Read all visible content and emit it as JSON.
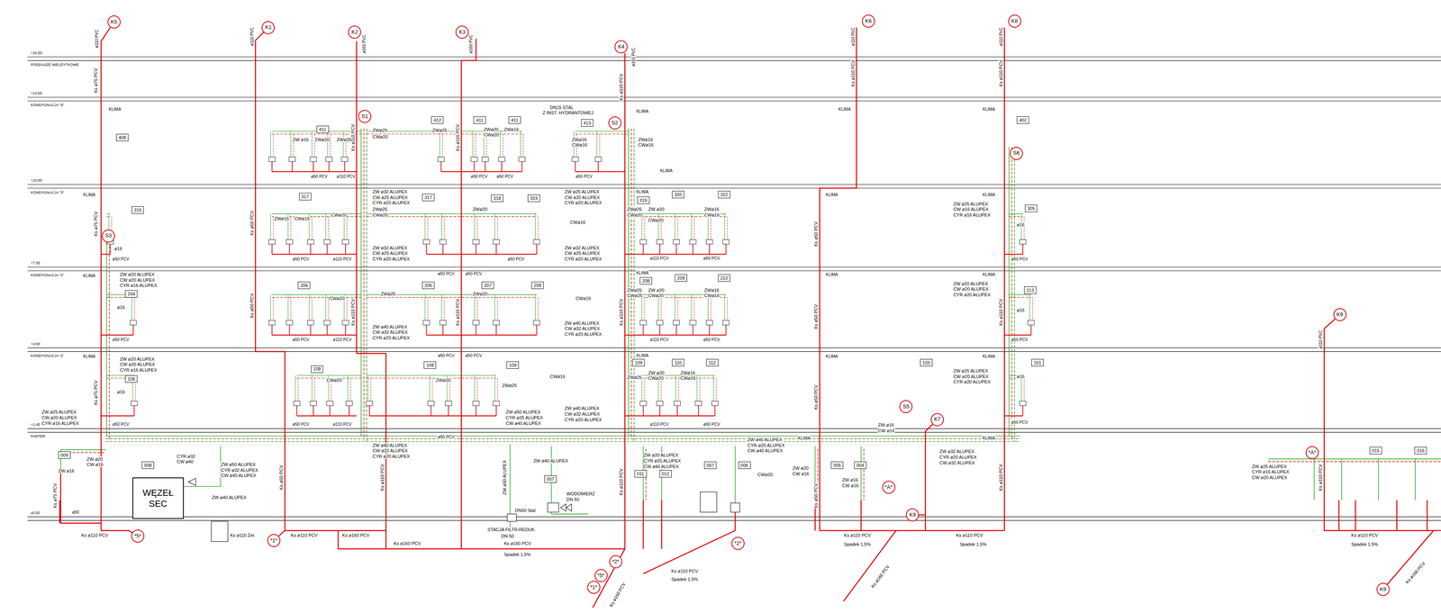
{
  "diagram": {
    "nodes": [
      {
        "text": [
          "K5"
        ]
      },
      {
        "text": [
          "K1"
        ]
      },
      {
        "text": [
          "K2"
        ]
      },
      {
        "text": [
          "K3"
        ]
      },
      {
        "text": [
          "K4"
        ]
      },
      {
        "text": [
          "K6"
        ]
      },
      {
        "text": [
          "K8"
        ]
      },
      {
        "text": [
          "408"
        ]
      },
      {
        "text": [
          "411"
        ]
      },
      {
        "text": [
          "S1"
        ]
      },
      {
        "text": [
          "412"
        ]
      },
      {
        "text": [
          "411"
        ]
      },
      {
        "text": [
          "411"
        ]
      },
      {
        "text": [
          "413"
        ]
      },
      {
        "text": [
          "S2"
        ]
      },
      {
        "text": [
          "402"
        ]
      },
      {
        "text": [
          "S6"
        ]
      },
      {
        "text": [
          "315"
        ]
      },
      {
        "text": [
          "317"
        ]
      },
      {
        "text": [
          "317"
        ]
      },
      {
        "text": [
          "318"
        ]
      },
      {
        "text": [
          "319"
        ]
      },
      {
        "text": [
          "319"
        ]
      },
      {
        "text": [
          "320"
        ]
      },
      {
        "text": [
          "322"
        ]
      },
      {
        "text": [
          "305"
        ]
      },
      {
        "text": [
          "S3"
        ]
      },
      {
        "text": [
          "206"
        ]
      },
      {
        "text": [
          "206"
        ]
      },
      {
        "text": [
          "207"
        ]
      },
      {
        "text": [
          "208"
        ]
      },
      {
        "text": [
          "208"
        ]
      },
      {
        "text": [
          "209"
        ]
      },
      {
        "text": [
          "210"
        ]
      },
      {
        "text": [
          "213"
        ]
      },
      {
        "text": [
          "204"
        ]
      },
      {
        "text": [
          "K9"
        ]
      },
      {
        "text": [
          "108"
        ]
      },
      {
        "text": [
          "108"
        ]
      },
      {
        "text": [
          "109"
        ]
      },
      {
        "text": [
          "109"
        ]
      },
      {
        "text": [
          "110"
        ]
      },
      {
        "text": [
          "112"
        ]
      },
      {
        "text": [
          "103"
        ]
      },
      {
        "text": [
          "101"
        ]
      },
      {
        "text": [
          "106"
        ]
      },
      {
        "text": [
          "S5"
        ]
      },
      {
        "text": [
          "K7"
        ]
      },
      {
        "text": [
          "*A*"
        ]
      },
      {
        "text": [
          "015"
        ]
      },
      {
        "text": [
          "016"
        ]
      },
      {
        "text": [
          "009"
        ]
      },
      {
        "text": [
          "008"
        ]
      },
      {
        "text": [
          "WĘZEŁ SEC"
        ]
      },
      {
        "text": [
          "007"
        ]
      },
      {
        "text": [
          "011"
        ]
      },
      {
        "text": [
          "012"
        ]
      },
      {
        "text": [
          "007"
        ]
      },
      {
        "text": [
          "006"
        ]
      },
      {
        "text": [
          "005"
        ]
      },
      {
        "text": [
          "004"
        ]
      },
      {
        "text": [
          "*A*"
        ]
      },
      {
        "text": [
          "K9"
        ]
      },
      {
        "text": [
          "*5*"
        ]
      },
      {
        "text": [
          "*1*"
        ]
      },
      {
        "text": [
          "*2*"
        ]
      },
      {
        "text": [
          "*2*"
        ]
      },
      {
        "text": [
          "*5*"
        ]
      },
      {
        "text": [
          "*1*"
        ]
      },
      {
        "text": [
          "K9"
        ]
      }
    ],
    "edges": [
      {
        "from": 0,
        "to": 63,
        "arrow": "none"
      },
      {
        "from": 1,
        "to": 64,
        "arrow": "none"
      },
      {
        "from": 47,
        "to": 62,
        "arrow": "none"
      },
      {
        "from": 36,
        "to": 69,
        "arrow": "none"
      }
    ],
    "labels": [
      "ø110 PVC",
      "ø110 PVC",
      "ø160 PVC",
      "ø160 PVC",
      "ø160 PVC",
      "ø110 PVC",
      "ø110 PVC",
      "ø110 PVC",
      "Ks ø75 PCV",
      "Ks ø75 PCV",
      "Ks ø75 PCV",
      "Ks ø75 PCV",
      "Ks ø50 PCV",
      "Ks ø50 PCV",
      "Ks ø50 PCV",
      "Ks ø110 PCV",
      "Ks ø110 PCV",
      "Ks ø110 PCV",
      "Ks ø110 PCV",
      "Ks ø110 PCV",
      "Ks ø110 PCV",
      "Ks ø110 PCV",
      "Ks ø110 PCV",
      "Ks ø110 PCV",
      "Ks ø50 PCV",
      "Ks ø50 PCV",
      "Ks ø50 PCV",
      "Ks ø50 PCV",
      "Ks ø110 PCV",
      "Ks ø110 PCV",
      "Ks ø110 PCV",
      "Ks ø110 PCV",
      "Ks ø110 PCV",
      "Ks ø110 Żel.",
      "Ks ø110 PCV",
      "Ks ø160 PCV",
      "Ks ø160 PCV",
      "Ks ø160 PCV",
      "Spadek 1,5%",
      "Ks ø110 PCV",
      "Spadek 1,5%",
      "Ks ø160 PCV",
      "Ks ø110 PCV",
      "Spadek 1,5%",
      "Ks ø110 PCV",
      "Spadek 1,5%",
      "Ks ø160 PCV",
      "Ks ø110 PCV",
      "Spadek 1,5%",
      "Ks ø160 PCV",
      "+16,50",
      "PODDASZE NIEUŻYTKOWE",
      "+13,65",
      "KONDYGNACJA \"4\"",
      "+10,60",
      "KONDYGNACJA \"3\"",
      "+7,55",
      "KONDYGNACJA \"2\"",
      "+4,50",
      "KONDYGNACJA \"1\"",
      "+1,45",
      "PARTER",
      "±0,00",
      "KLIMA",
      "KLIMA",
      "KLIMA",
      "KLIMA",
      "KLIMA",
      "KLIMA",
      "KLIMA",
      "KLIMA",
      "KLIMA",
      "KLIMA",
      "KLIMA",
      "KLIMA",
      "KLIMA",
      "KLIMA",
      "KLIMA",
      "KLIMA",
      "KLIMA",
      "KLIMA",
      "KLIMA",
      "ZW ø32 ALUPEX",
      "CW ø25 ALUPEX",
      "CYR ø20 ALUPEX",
      "ZW ø25 ALUPEX",
      "CW ø20 ALUPEX",
      "CYR ø20 ALUPEX",
      "ZW ø32 ALUPEX",
      "CW ø25 ALUPEX",
      "CYR ø20 ALUPEX",
      "ZW ø32 ALUPEX",
      "CW ø25 ALUPEX",
      "CYR ø20 ALUPEX",
      "ZW ø40 ALUPEX",
      "CW ø32 ALUPEX",
      "CYR ø20 ALUPEX",
      "ZW ø40 ALUPEX",
      "CW ø32 ALUPEX",
      "CYR ø20 ALUPEX",
      "ZW ø50 ALUPEX",
      "CYR ø25 ALUPEX",
      "CW ø40 ALUPEX",
      "ZW ø40 ALUPEX",
      "CW ø32 ALUPEX",
      "CYR ø20 ALUPEX",
      "ZW ø40 ALUPEX",
      "CW ø32 ALUPEX",
      "CYR ø20 ALUPEX",
      "ZW ø20 ALUPEX",
      "CW ø20 ALUPEX",
      "CYR ø16 ALUPEX",
      "ZW ø20 ALUPEX",
      "CW ø20 ALUPEX",
      "CYR ø16 ALUPEX",
      "ZW ø25 ALUPEX",
      "CW ø20 ALUPEX",
      "CYR ø16 ALUPEX",
      "ZW ø25 ALUPEX",
      "CW ø16 ALUPEX",
      "CYR ø16 ALUPEX",
      "ZW ø20 ALUPEX",
      "CW ø20 ALUPEX",
      "CYR ø20 ALUPEX",
      "ZW ø25 ALUPEX",
      "CW ø20 ALUPEX",
      "CYR ø20 ALUPEX",
      "ZW ø40 ALUPEX",
      "CYR ø25 ALUPEX",
      "CW ø40 ALUPEX",
      "ZW ø32 ALUPEX",
      "CYR ø20 ALUPEX",
      "CW ø32 ALUPEX",
      "ZW ø25 ALUPEX",
      "CYR ø16 ALUPEX",
      "CW ø20 ALUPEX",
      "ZW ø20 ALUPEX",
      "CYR ø20 ALUPEX",
      "CW ø40 ALUPEX",
      "ZW ø40 ALUPEX",
      "ZW ø50 ALUPEX",
      "CYR ø32 ALUPEX",
      "CW ø40 ALUPEX",
      "ZW ø40 ALUPEX",
      "CYR ø32",
      "CW ø40",
      "ZW ø20",
      "CW ø16",
      "ZW ø16",
      "ZW ø20",
      "CW ø16",
      "ZW ø16",
      "CW ø16",
      "ZW ø16",
      "CW ø16",
      "CWø20",
      "ZW ø16",
      "ZWø20",
      "ZWø25",
      "ZWø25",
      "CWø20",
      "ZWø25",
      "ZWø20",
      "CWø20",
      "ZWø16",
      "ZWø16",
      "CWø16",
      "ZWø16",
      "CWø16",
      "DN15 STAL",
      "Z INST. HYDRANTOWEJ",
      "CWø20",
      "ZWø16",
      "CWø16",
      "ZWø25",
      "CWø20",
      "ZWø20",
      "CWø16",
      "ZWø25",
      "CWø20",
      "ZW ø20",
      "CWø20",
      "ZWø16",
      "CWø16",
      "CWø20",
      "ZWø25",
      "ZWø20",
      "CWø16",
      "ZWø25",
      "CWø25",
      "ZW ø20",
      "CWø20",
      "ZWø16",
      "CWø16",
      "CWø20",
      "ZWø20",
      "ZWø25",
      "CWø16",
      "ZWø25",
      "ZW ø20",
      "CWø20",
      "ZWø16",
      "CWø16",
      "ø50 PCV",
      "ø110 PCV",
      "ø50 PCV",
      "ø50 PCV",
      "ø50 PCV",
      "ø50 PCV",
      "ø50 PCV",
      "ø50 PCV",
      "ø110 PCV",
      "ø50 PCV",
      "ø50 PCV",
      "ø50 PCV",
      "ø110 PCV",
      "ø50 PCV",
      "ø50 PCV",
      "ø110 PCV",
      "ø50 PCV",
      "ø50 PCV",
      "ø110 PCV",
      "ø50 PCV",
      "ø50 PCV",
      "ø50 PCV",
      "ø50 PCV",
      "ø110 PCV",
      "ø50 PCV",
      "ø110 PCV",
      "ø50 PCV",
      "ø50 PCV",
      "ø50 PCV",
      "ø50",
      "DN50 Stal",
      "STACJA FILTR-REDUK.",
      "DN 50",
      "WODOMIERZ",
      "DN 50",
      "ZW ø50 ALUPEX",
      "ø16",
      "ø16",
      "ø16",
      "ø16",
      "ø16",
      "ø16"
    ]
  }
}
